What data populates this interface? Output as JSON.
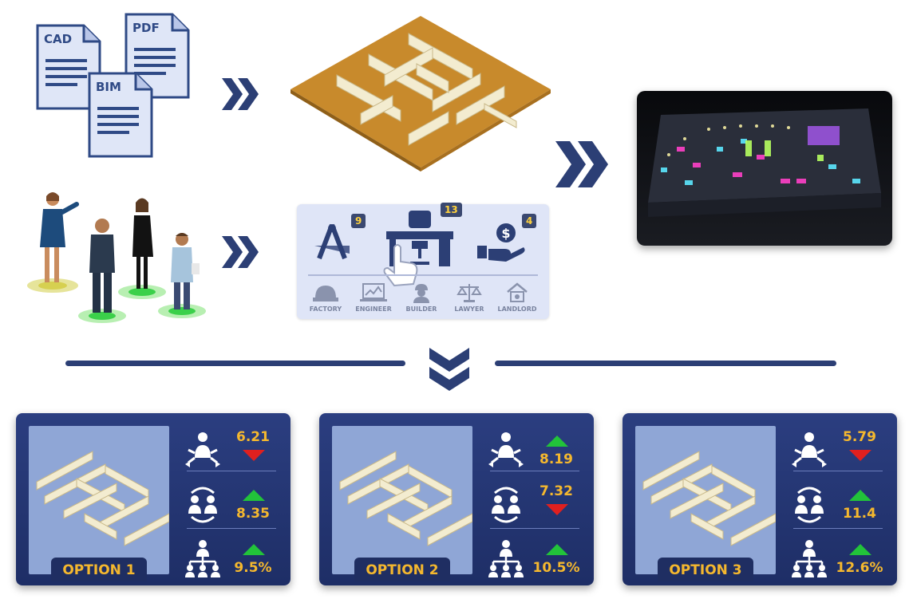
{
  "documents": [
    {
      "label": "CAD"
    },
    {
      "label": "PDF"
    },
    {
      "label": "BIM"
    }
  ],
  "roles_panel": {
    "badges": [
      "9",
      "13",
      "4"
    ],
    "roles": [
      "FACTORY",
      "ENGINEER",
      "BUILDER",
      "LAWYER",
      "LANDLORD"
    ]
  },
  "options": [
    {
      "label": "OPTION 1",
      "metrics": [
        {
          "value": "6.21",
          "trend": "down"
        },
        {
          "value": "8.35",
          "trend": "up"
        },
        {
          "value": "9.5%",
          "trend": "up"
        }
      ]
    },
    {
      "label": "OPTION 2",
      "metrics": [
        {
          "value": "8.19",
          "trend": "up"
        },
        {
          "value": "7.32",
          "trend": "down"
        },
        {
          "value": "10.5%",
          "trend": "up"
        }
      ]
    },
    {
      "label": "OPTION 3",
      "metrics": [
        {
          "value": "5.79",
          "trend": "down"
        },
        {
          "value": "11.4",
          "trend": "up"
        },
        {
          "value": "12.6%",
          "trend": "up"
        }
      ]
    }
  ],
  "colors": {
    "navy": "#2c3f75",
    "accent_yellow": "#f5b82e",
    "up_green": "#22c33a",
    "down_red": "#e0201f"
  }
}
